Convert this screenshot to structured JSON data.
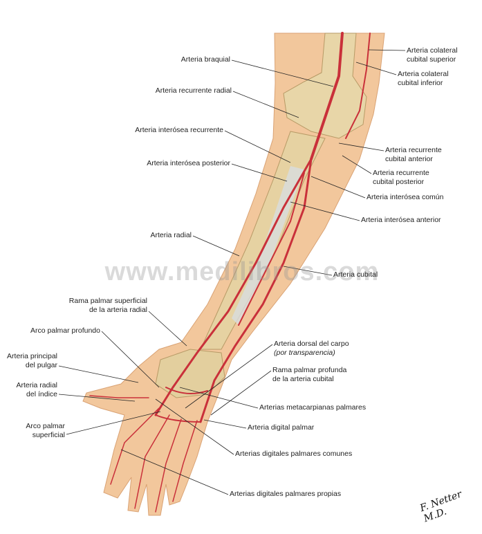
{
  "watermark": "www.medilibros.com",
  "signature": "F. Netter M.D.",
  "colors": {
    "skin": "#f2c79c",
    "bone": "#e8d6a8",
    "artery": "#c9303a",
    "leader": "#222222"
  },
  "labels_left": [
    {
      "id": "braquial",
      "lines": [
        "Arteria braquial"
      ]
    },
    {
      "id": "recurrente-radial",
      "lines": [
        "Arteria recurrente radial"
      ]
    },
    {
      "id": "interosea-recurrente",
      "lines": [
        "Arteria interósea recurrente"
      ]
    },
    {
      "id": "interosea-posterior",
      "lines": [
        "Arteria interósea posterior"
      ]
    },
    {
      "id": "radial",
      "lines": [
        "Arteria radial"
      ]
    },
    {
      "id": "rama-palmar-superficial",
      "lines": [
        "Rama palmar superficial",
        "de la arteria radial"
      ]
    },
    {
      "id": "arco-palmar-profundo",
      "lines": [
        "Arco palmar profundo"
      ]
    },
    {
      "id": "principal-pulgar",
      "lines": [
        "Arteria principal",
        "del pulgar"
      ]
    },
    {
      "id": "radial-indice",
      "lines": [
        "Arteria radial",
        "del índice"
      ]
    },
    {
      "id": "arco-palmar-superficial",
      "lines": [
        "Arco palmar",
        "superficial"
      ]
    }
  ],
  "labels_right": [
    {
      "id": "colateral-cubital-superior",
      "lines": [
        "Arteria colateral",
        "cubital superior"
      ]
    },
    {
      "id": "colateral-cubital-inferior",
      "lines": [
        "Arteria colateral",
        "cubital inferior"
      ]
    },
    {
      "id": "recurrente-cubital-anterior",
      "lines": [
        "Arteria recurrente",
        "cubital anterior"
      ]
    },
    {
      "id": "recurrente-cubital-posterior",
      "lines": [
        "Arteria recurrente",
        "cubital posterior"
      ]
    },
    {
      "id": "interosea-comun",
      "lines": [
        "Arteria interósea común"
      ]
    },
    {
      "id": "interosea-anterior",
      "lines": [
        "Arteria interósea anterior"
      ]
    },
    {
      "id": "cubital",
      "lines": [
        "Arteria cubital"
      ]
    },
    {
      "id": "dorsal-carpo",
      "lines": [
        "Arteria dorsal del carpo",
        "(por transparencia)"
      ]
    },
    {
      "id": "rama-palmar-profunda",
      "lines": [
        "Rama palmar profunda",
        "de la arteria cubital"
      ]
    },
    {
      "id": "metacarpianas-palmares",
      "lines": [
        "Arterias metacarpianas palmares"
      ]
    },
    {
      "id": "digital-palmar",
      "lines": [
        "Arteria digital palmar"
      ]
    },
    {
      "id": "digitales-comunes",
      "lines": [
        "Arterias digitales palmares comunes"
      ]
    },
    {
      "id": "digitales-propias",
      "lines": [
        "Arterias digitales palmares propias"
      ]
    }
  ]
}
